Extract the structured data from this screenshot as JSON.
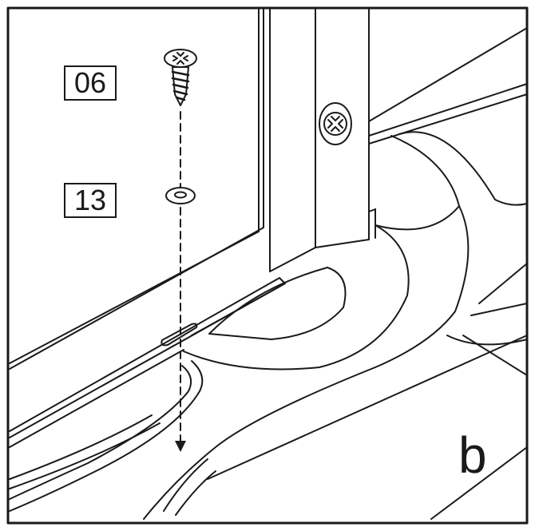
{
  "step": {
    "letter": "b"
  },
  "parts": [
    {
      "id": "06",
      "label": "06",
      "icon": "screw-icon"
    },
    {
      "id": "13",
      "label": "13",
      "icon": "washer-icon"
    }
  ]
}
